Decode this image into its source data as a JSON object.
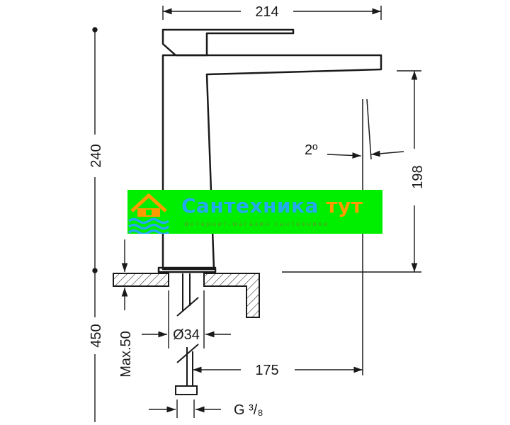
{
  "dimensions": {
    "total_width": "214",
    "total_height": "240",
    "spout_height": "198",
    "spout_angle": "2º",
    "hose_length": "450",
    "max_deck": "Max.50",
    "hole_diameter": "Ø34",
    "spout_reach": "175",
    "thread": "G ³/₈"
  },
  "watermark": {
    "title_main": "Сантехника",
    "title_accent": "тут",
    "subtitle": "интернет-магазин сантехники",
    "logo_icon": "house-waves-icon",
    "colors": {
      "background": "#00ee00",
      "title": "#22aaee",
      "accent": "#ff9a00"
    }
  }
}
